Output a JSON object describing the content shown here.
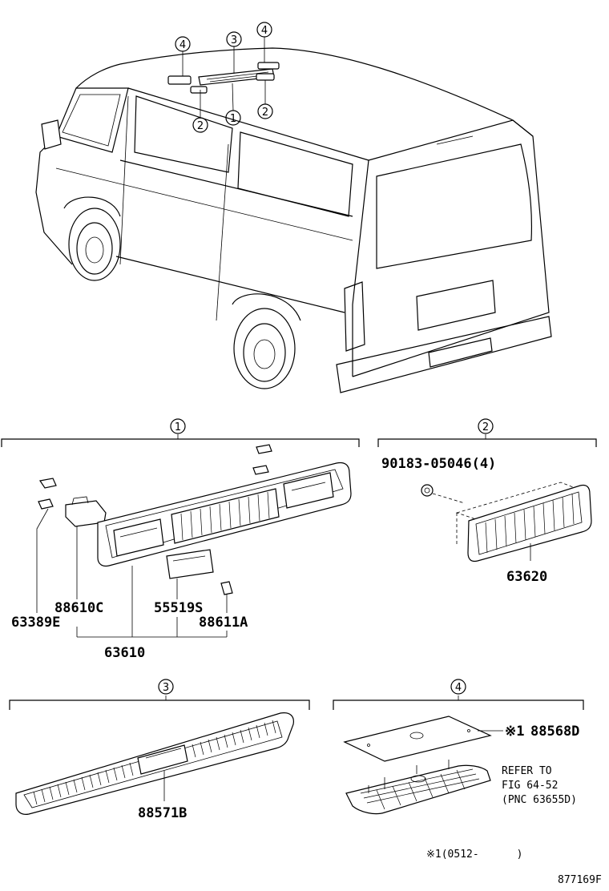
{
  "callouts": {
    "one": "1",
    "two": "2",
    "three": "3",
    "four": "4"
  },
  "parts": {
    "p63389E": "63389E",
    "p88610C": "88610C",
    "p55519S": "55519S",
    "p88611A": "88611A",
    "p63610": "63610",
    "p90183": "90183-05046(4)",
    "p63620": "63620",
    "p88571B": "88571B",
    "p88568D": "88568D"
  },
  "notes": {
    "star_mark": "※1",
    "refer_line1": "REFER TO",
    "refer_line2": "FIG 64-52",
    "refer_line3": "(PNC 63655D)",
    "footnote": "※1(0512-      )",
    "figure_code": "877169F"
  }
}
